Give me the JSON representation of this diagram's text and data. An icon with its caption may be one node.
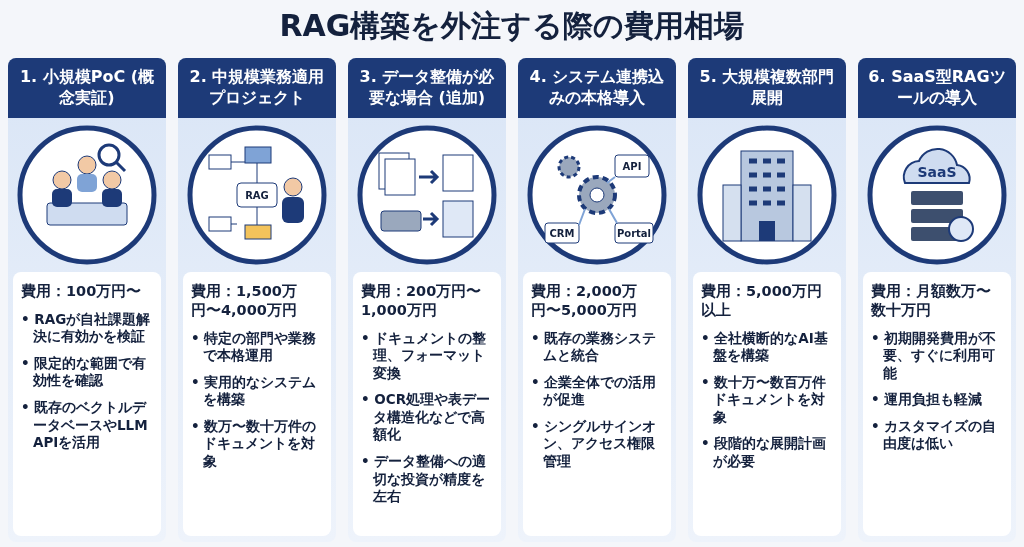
{
  "diagram": {
    "title": "RAG構築を外注する際の費用相場",
    "nodes": [
      {
        "text": [
          "1. 小規模PoC (概念実証)"
        ]
      },
      {
        "text": [
          "費用：100万円〜",
          "• RAGが自社課題解決に有効かを検証",
          "• 限定的な範囲で有効性を確認",
          "• 既存のベクトルデータベースやLLM APIを活用"
        ],
        "in": 0
      },
      {
        "text": [
          "2. 中規模業務適用プロジェクト"
        ]
      },
      {
        "text": [
          "費用：1,500万円〜4,000万円",
          "• 特定の部門や業務で本格運用",
          "• 実用的なシステムを構築",
          "• 数万〜数十万件のドキュメントを対象"
        ],
        "in": 2
      },
      {
        "text": [
          "3. データ整備が必要な場合 (追加)"
        ]
      },
      {
        "text": [
          "費用：200万円〜1,000万円",
          "• ドキュメントの整理、フォーマット変換",
          "• OCR処理や表データ構造化などで高額化",
          "• データ整備への適切な投資が精度を左右"
        ],
        "in": 4
      },
      {
        "text": [
          "4. システム連携込みの本格導入"
        ]
      },
      {
        "text": [
          "費用：2,000万円〜5,000万円",
          "• 既存の業務システムと統合",
          "• 企業全体での活用が促進",
          "• シングルサインオン、アクセス権限管理"
        ],
        "in": 6
      },
      {
        "text": [
          "5. 大規模複数部門展開"
        ]
      },
      {
        "text": [
          "費用：5,000万円以上",
          "• 全社横断的なAI基盤を構築",
          "• 数十万〜数百万件ドキュメントを対象",
          "• 段階的な展開計画が必要"
        ],
        "in": 8
      },
      {
        "text": [
          "6. SaaS型RAGツールの導入"
        ]
      },
      {
        "text": [
          "費用：月額数万〜数十万円",
          "• 初期開発費用が不要、すぐに利用可能",
          "• 運用負担も軽減",
          "• カスタマイズの自由度は低い"
        ],
        "in": 10
      }
    ],
    "labels": [
      "RAG",
      "API",
      "CRM",
      "Portal",
      "SaaS"
    ]
  }
}
